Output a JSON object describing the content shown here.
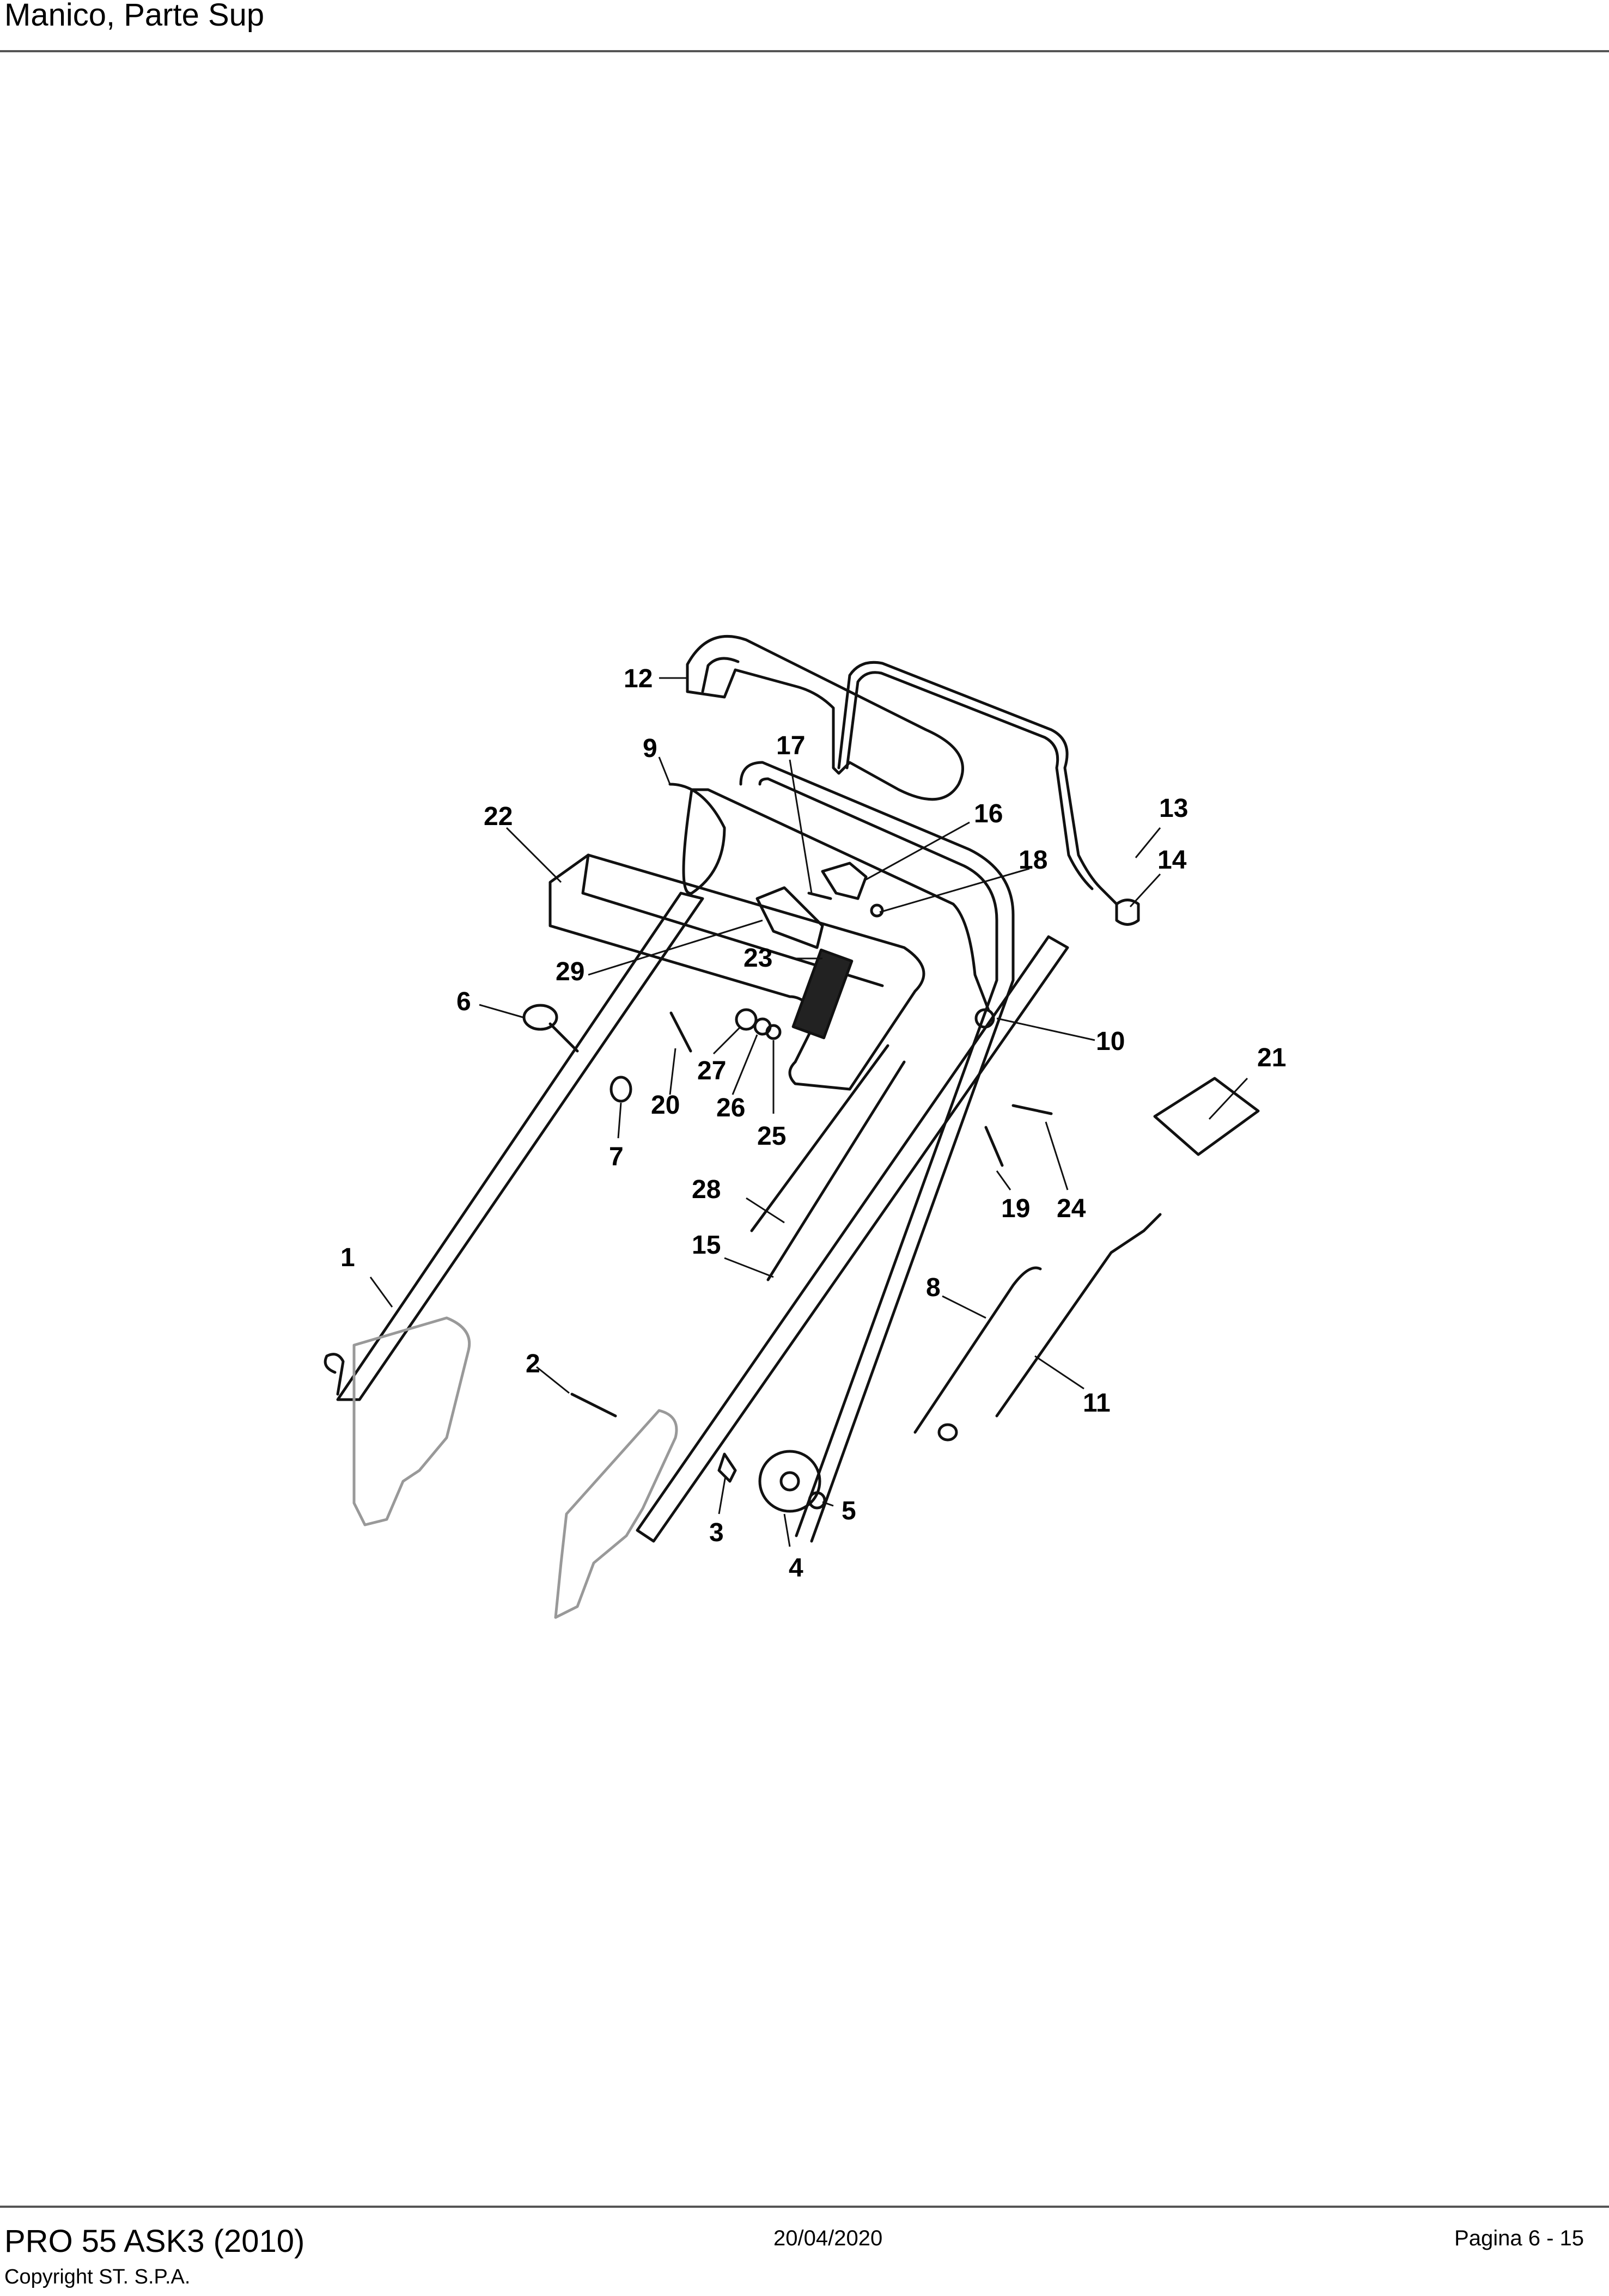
{
  "header": {
    "title": "Manico, Parte Sup"
  },
  "footer": {
    "model": "PRO 55 ASK3 (2010)",
    "copyright": "Copyright ST. S.P.A.",
    "date": "20/04/2020",
    "page": "Pagina 6 - 15"
  },
  "diagram": {
    "callouts": [
      "1",
      "2",
      "3",
      "4",
      "5",
      "6",
      "7",
      "8",
      "9",
      "10",
      "11",
      "12",
      "13",
      "14",
      "15",
      "16",
      "17",
      "18",
      "19",
      "20",
      "21",
      "22",
      "23",
      "24",
      "25",
      "26",
      "27",
      "28",
      "29"
    ]
  }
}
